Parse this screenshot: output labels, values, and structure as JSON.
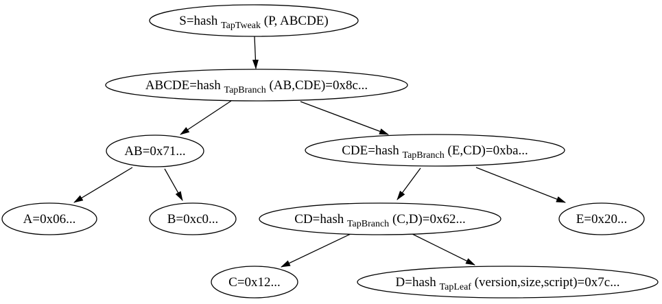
{
  "diagram": {
    "type": "tree-graph",
    "description": "taproot-merkle-script-tree",
    "colors": {
      "background": "#ffffff",
      "node_fill": "#ffffff",
      "stroke": "#000000",
      "text": "#000000"
    },
    "nodes": {
      "S": {
        "pre": "S=hash",
        "sub": "TapTweak",
        "post": "(P, ABCDE)"
      },
      "ABCDE": {
        "pre": "ABCDE=hash",
        "sub": "TapBranch",
        "post": "(AB,CDE)=0x8c..."
      },
      "AB": {
        "pre": "AB=0x71...",
        "sub": "",
        "post": ""
      },
      "CDE": {
        "pre": "CDE=hash",
        "sub": "TapBranch",
        "post": "(E,CD)=0xba..."
      },
      "A": {
        "pre": "A=0x06...",
        "sub": "",
        "post": ""
      },
      "B": {
        "pre": "B=0xc0...",
        "sub": "",
        "post": ""
      },
      "CD": {
        "pre": "CD=hash",
        "sub": "TapBranch",
        "post": "(C,D)=0x62..."
      },
      "E": {
        "pre": "E=0x20...",
        "sub": "",
        "post": ""
      },
      "C": {
        "pre": "C=0x12...",
        "sub": "",
        "post": ""
      },
      "D": {
        "pre": "D=hash",
        "sub": "TapLeaf",
        "post": "(version,size,script)=0x7c..."
      }
    },
    "edges": [
      {
        "from": "S",
        "to": "ABCDE"
      },
      {
        "from": "ABCDE",
        "to": "AB"
      },
      {
        "from": "ABCDE",
        "to": "CDE"
      },
      {
        "from": "AB",
        "to": "A"
      },
      {
        "from": "AB",
        "to": "B"
      },
      {
        "from": "CDE",
        "to": "CD"
      },
      {
        "from": "CDE",
        "to": "E"
      },
      {
        "from": "CD",
        "to": "C"
      },
      {
        "from": "CD",
        "to": "D"
      }
    ]
  }
}
